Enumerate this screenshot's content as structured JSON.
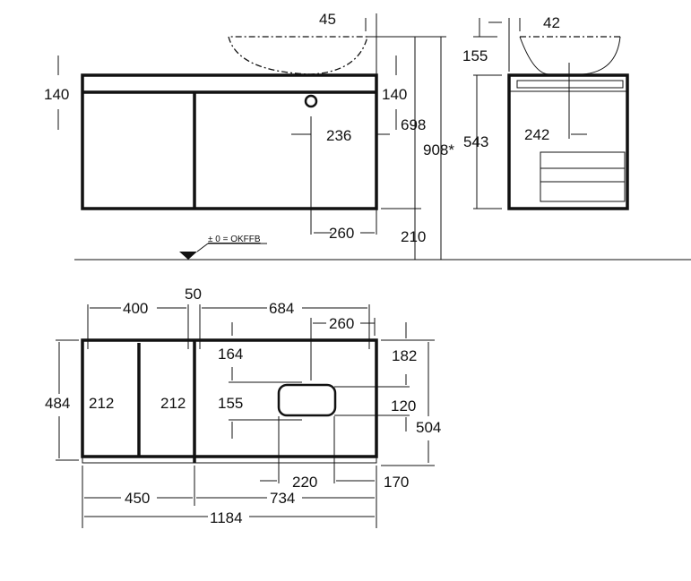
{
  "front_view": {
    "dims": {
      "basin_overhang": "45",
      "top_left": "140",
      "top_right": "140",
      "drain_offset": "236",
      "height_698": "698",
      "height_total": "908*",
      "basin_center": "260",
      "floor_gap": "210"
    },
    "floor_label": "± 0 = OKFFB"
  },
  "side_view": {
    "dims": {
      "basin_overhang": "42",
      "basin_height": "155",
      "cabinet_height": "543",
      "drain_depth": "242"
    }
  },
  "plan_view": {
    "dims": {
      "left_width": "400",
      "gap": "50",
      "right_width": "684",
      "basin_center": "260",
      "front_164": "164",
      "back_182": "182",
      "depth_484": "484",
      "drawer_1": "212",
      "drawer_2": "212",
      "inset_155": "155",
      "basin_depth": "120",
      "depth_504": "504",
      "basin_width": "220",
      "right_edge": "170",
      "module_450": "450",
      "module_734": "734",
      "total_width": "1184"
    }
  }
}
